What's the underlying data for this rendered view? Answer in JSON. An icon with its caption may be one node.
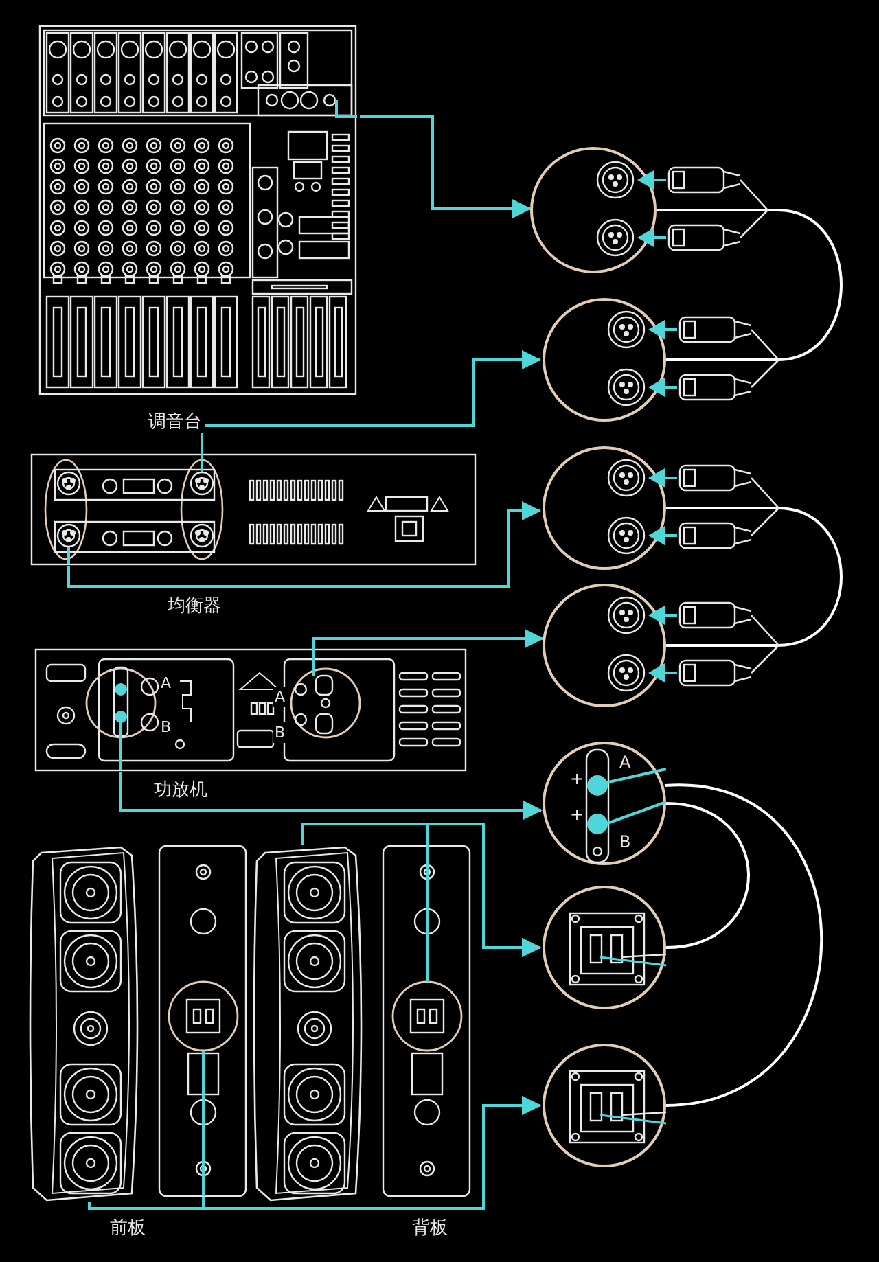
{
  "diagram": {
    "nodes": [
      {
        "text": [
          "调音台"
        ]
      },
      {
        "text": [
          "均衡器"
        ]
      },
      {
        "text": [
          "功放机"
        ]
      },
      {
        "text": [
          "前板"
        ]
      },
      {
        "text": [],
        "shape": "picture"
      },
      {
        "text": [],
        "shape": "picture"
      },
      {
        "text": [
          "背板"
        ]
      },
      {
        "text": [],
        "shape": "circle"
      },
      {
        "text": [],
        "shape": "circle"
      },
      {
        "text": [],
        "shape": "circle"
      },
      {
        "text": [],
        "shape": "circle"
      },
      {
        "text": [
          "A",
          "+",
          "+",
          "B"
        ]
      },
      {
        "text": [],
        "shape": "circle"
      },
      {
        "text": [],
        "shape": "circle"
      }
    ],
    "edges": [
      {
        "from": 0,
        "to": 7,
        "arrow": "to"
      },
      {
        "from": 1,
        "to": 8,
        "arrow": "to"
      },
      {
        "from": 1,
        "to": 9,
        "arrow": "to"
      },
      {
        "from": 2,
        "to": 10,
        "arrow": "to"
      },
      {
        "from": 2,
        "to": 11,
        "arrow": "to"
      },
      {
        "from": 3,
        "to": 13,
        "arrow": "to"
      },
      {
        "from": 4,
        "to": 13,
        "arrow": "to"
      },
      {
        "from": 5,
        "to": 12,
        "arrow": "to"
      },
      {
        "from": 6,
        "to": 12,
        "arrow": "to"
      },
      {
        "from": 7,
        "to": 8,
        "arrow": "none",
        "color": "#ffffff"
      },
      {
        "from": 9,
        "to": 10,
        "arrow": "none",
        "color": "#ffffff"
      },
      {
        "from": 11,
        "to": 12,
        "arrow": "none",
        "color": "#ffffff"
      },
      {
        "from": 11,
        "to": 13,
        "arrow": "none",
        "color": "#ffffff"
      }
    ],
    "labels": [
      "A",
      "B",
      "A",
      "B"
    ]
  }
}
